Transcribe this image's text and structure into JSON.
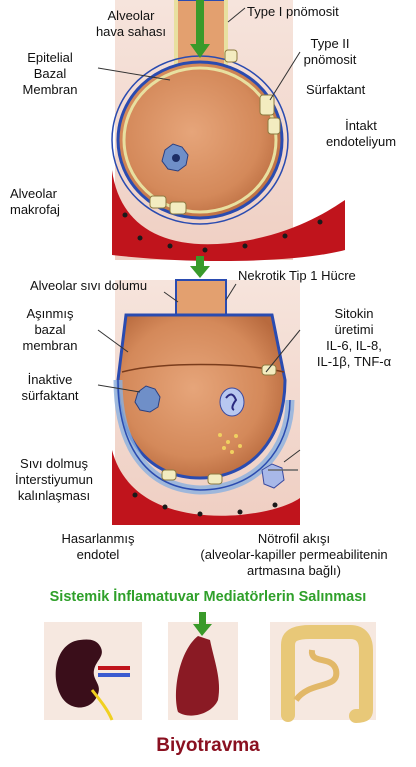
{
  "top_diagram": {
    "labels": {
      "alveolar_air": "Alveolar\nhava sahası",
      "type1": "Type I pnömosit",
      "type2": "Type II\npnömosit",
      "epithelial_bm": "Epitelial\nBazal\nMembran",
      "surfactant": "Sürfaktant",
      "intact_endothelium": "İntakt\nendoteliyum",
      "macrophage": "Alveolar\nmakrofaj"
    }
  },
  "bottom_diagram": {
    "labels": {
      "fluid_filling": "Alveolar sıvı dolumu",
      "necrotic_type1": "Nekrotik Tip 1 Hücre",
      "worn_bm": "Aşınmış\nbazal\nmembran",
      "cytokine": "Sitokin\nüretimi\nIL-6, IL-8,\nIL-1β, TNF-α",
      "inactive_surfactant": "İnaktive\nsürfaktant",
      "interstitium": "Sıvı dolmuş\nİnterstiyumun\nkalınlaşması",
      "damaged_endothelium": "Hasarlanmış\nendotel",
      "neutrophil": "Nötrofil akışı\n(alveolar-kapiller permeabilitenin\nartmasına bağlı)"
    }
  },
  "banner_mediators": "Sistemik İnflamatuvar Mediatörlerin Salınması",
  "organs": [
    "kidney-image",
    "lung-image",
    "intestine-image"
  ],
  "banner_biotrauma": "Biyotravma",
  "colors": {
    "alveolus_fill": "#d4895a",
    "vessel_red": "#c0141c",
    "membrane_blue": "#2a4bb0",
    "arrow_green": "#3a9a2a",
    "banner_green": "#2fa02a",
    "banner_red": "#8a1020"
  }
}
